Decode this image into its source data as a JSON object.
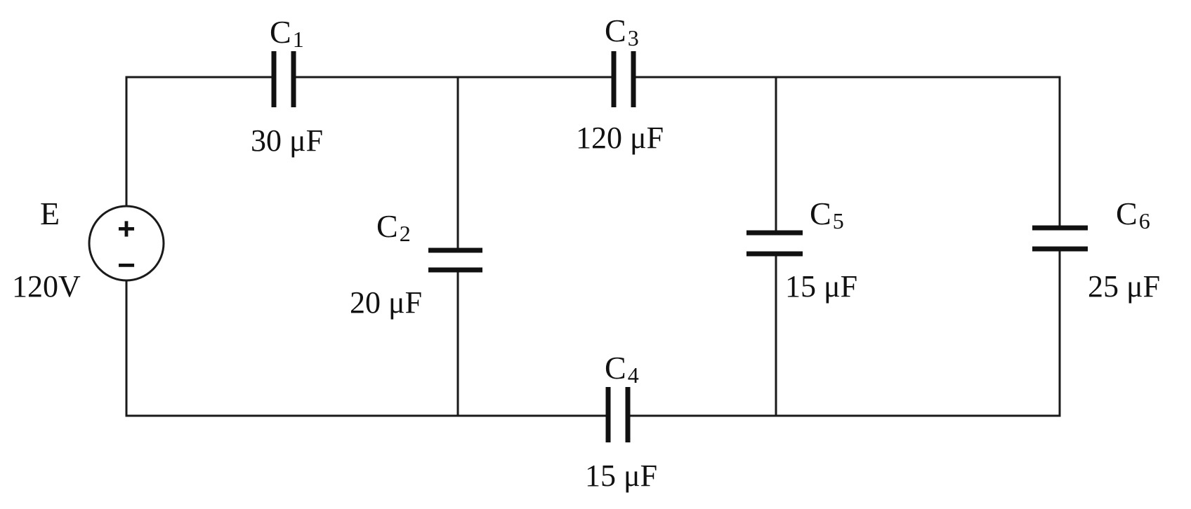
{
  "source": {
    "name": "E",
    "voltage": "120V",
    "plus_symbol": "+",
    "minus_symbol": "−"
  },
  "capacitors": {
    "c1": {
      "letter": "C",
      "index": "1",
      "value": "30 μF"
    },
    "c2": {
      "letter": "C",
      "index": "2",
      "value": "20 μF"
    },
    "c3": {
      "letter": "C",
      "index": "3",
      "value": "120 μF"
    },
    "c4": {
      "letter": "C",
      "index": "4",
      "value": "15 μF"
    },
    "c5": {
      "letter": "C",
      "index": "5",
      "value": "15 μF"
    },
    "c6": {
      "letter": "C",
      "index": "6",
      "value": "25 μF"
    }
  },
  "colors": {
    "ink": "#111111",
    "background": "#ffffff"
  }
}
